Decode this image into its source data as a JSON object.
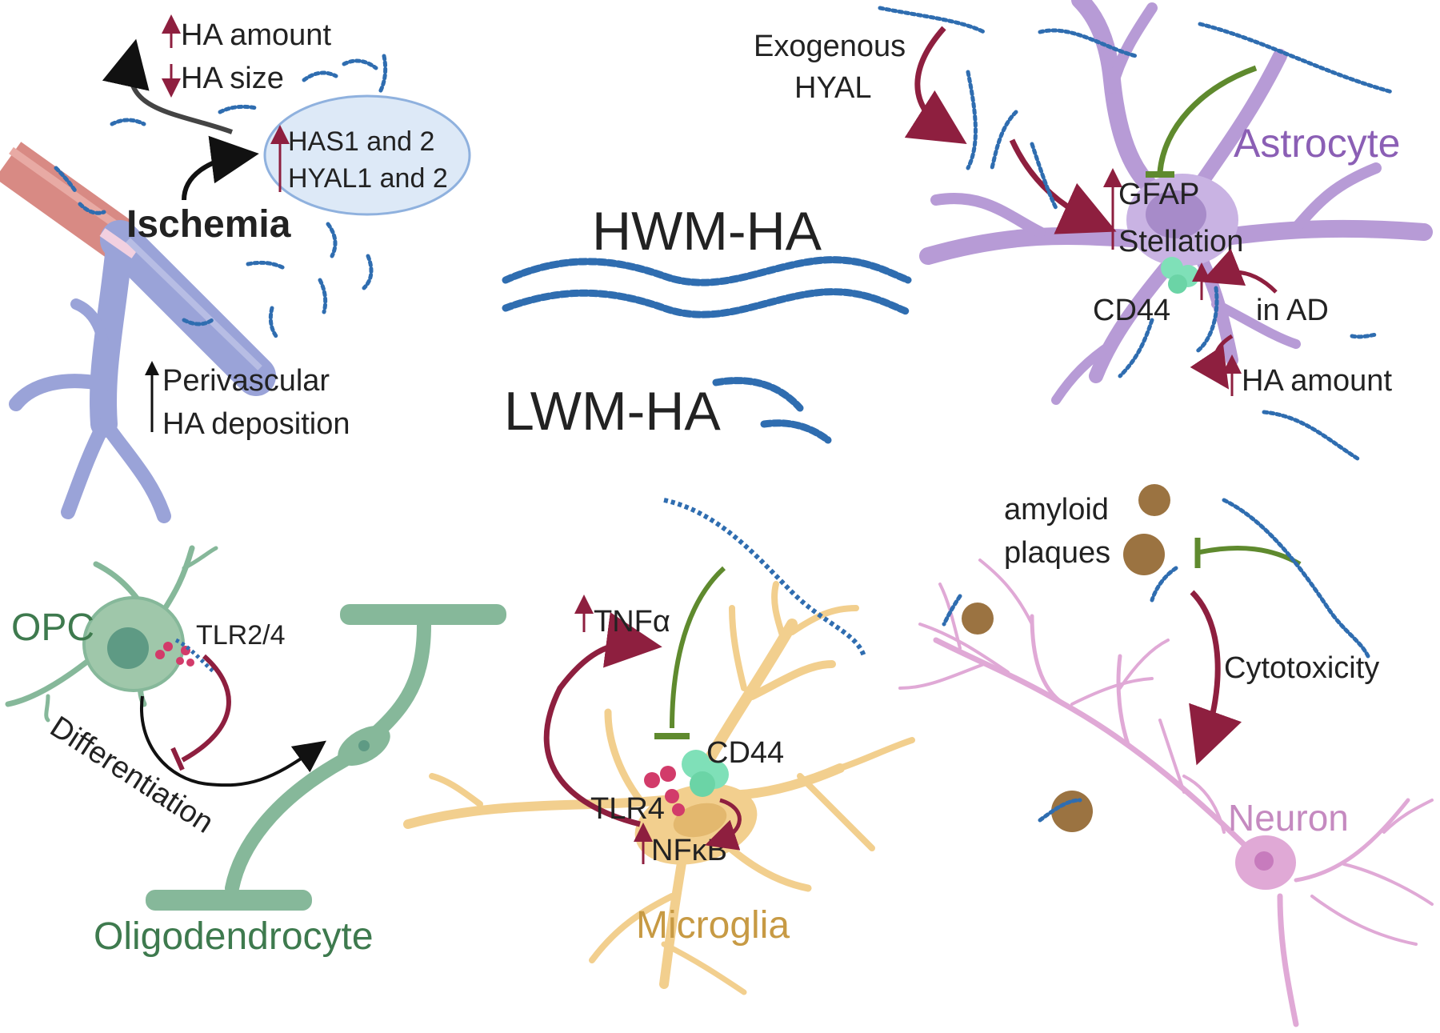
{
  "colors": {
    "ha_chain": "#2f6db0",
    "ha_chain_dark": "#1f4f8c",
    "up_arrow": "#8e1f3f",
    "inhibit": "#5f8a2e",
    "astrocyte": "#b79bd6",
    "astrocyte_text": "#8b5fb5",
    "microglia": "#f2cf8e",
    "microglia_text": "#c79a44",
    "neuron": "#e0a9d6",
    "neuron_text": "#c58ac0",
    "oligodendrocyte": "#86b89a",
    "oligodendrocyte_text": "#3e7a4e",
    "artery": "#d88a84",
    "vein": "#9aa3d8",
    "cd44": "#7fe0b8",
    "plaque": "#8a5a20"
  },
  "center": {
    "hwm_label": "HWM-HA",
    "lwm_label": "LWM-HA"
  },
  "ischemia": {
    "title": "Ischemia",
    "ha_amount": "HA amount",
    "ha_size": "HA size",
    "enzyme_line1": "HAS1 and 2",
    "enzyme_line2": "HYAL1 and 2",
    "perivascular_line1": "Perivascular",
    "perivascular_line2": "HA deposition"
  },
  "astrocyte": {
    "title": "Astrocyte",
    "exogenous_line1": "Exogenous",
    "exogenous_line2": "HYAL",
    "gfap": "GFAP",
    "stellation": "Stellation",
    "cd44": "CD44",
    "in_ad": "in AD",
    "ha_amount": "HA amount"
  },
  "opc": {
    "opc_label": "OPC",
    "receptor": "TLR2/4",
    "differentiation": "Differentiation",
    "oligodendrocyte_label": "Oligodendrocyte"
  },
  "microglia": {
    "title": "Microglia",
    "tnf": "TNFα",
    "cd44": "CD44",
    "tlr4": "TLR4",
    "nfkb": "NFκB"
  },
  "neuron": {
    "title": "Neuron",
    "amyloid_line1": "amyloid",
    "amyloid_line2": "plaques",
    "cytotoxicity": "Cytotoxicity"
  }
}
